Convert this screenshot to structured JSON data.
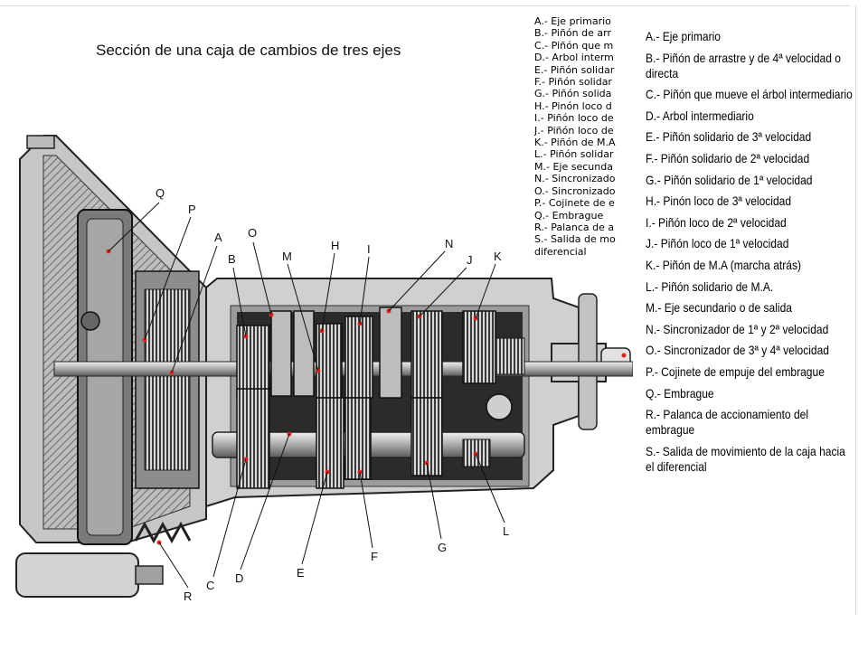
{
  "title": "Sección de una caja de cambios de tres ejes",
  "callouts": [
    "Q",
    "P",
    "A",
    "O",
    "B",
    "M",
    "H",
    "I",
    "N",
    "J",
    "K",
    "C",
    "D",
    "E",
    "F",
    "G",
    "L",
    "R"
  ],
  "legend_small": [
    "A.- Eje primario",
    "B.- Piñón de arr",
    "C.- Piñón que m",
    "D.- Arbol interm",
    "E.- Piñón solidar",
    "F.- Piñón solidar",
    "G.- Piñón solida",
    "H.- Pinón loco d",
    "I.- Piñón loco de",
    "J.- Piñón loco de",
    "K.- Piñón de M.A",
    "L.- Piñón solidar",
    "M.- Eje secunda",
    "N.- Sincronizado",
    "O.- Sincronizado",
    "P.- Cojinete de e",
    "Q.- Embrague",
    "R.- Palanca de a",
    "S.- Salida de mo",
    "diferencial"
  ],
  "legend_large": [
    "A.- Eje primario",
    "B.- Piñón de arrastre y de 4ª velocidad o directa",
    "C.- Piñón que mueve el árbol intermediario",
    "D.- Arbol intermediario",
    "E.- Piñón solidario de 3ª velocidad",
    "F.- Piñón solidario de 2ª velocidad",
    "G.- Piñón solidario de 1ª velocidad",
    "H.- Pinón loco de 3ª velocidad",
    "I.- Piñón loco de 2ª velocidad",
    "J.- Piñón loco de 1ª velocidad",
    "K.- Piñón de M.A (marcha atrás)",
    "L.- Piñón solidario de M.A.",
    "M.- Eje secundario o de salida",
    "N.- Sincronizador de 1ª y 2ª velocidad",
    "O.- Sincronizador de 3ª y 4ª velocidad",
    "P.- Cojinete de empuje del embrague",
    "Q.- Embrague",
    "R.- Palanca de accionamiento del embrague",
    "S.- Salida de movimiento de la caja hacia el diferencial"
  ],
  "colors": {
    "ink": "#111111",
    "marker": "#e0241b",
    "metal": "#9a9a9a"
  }
}
